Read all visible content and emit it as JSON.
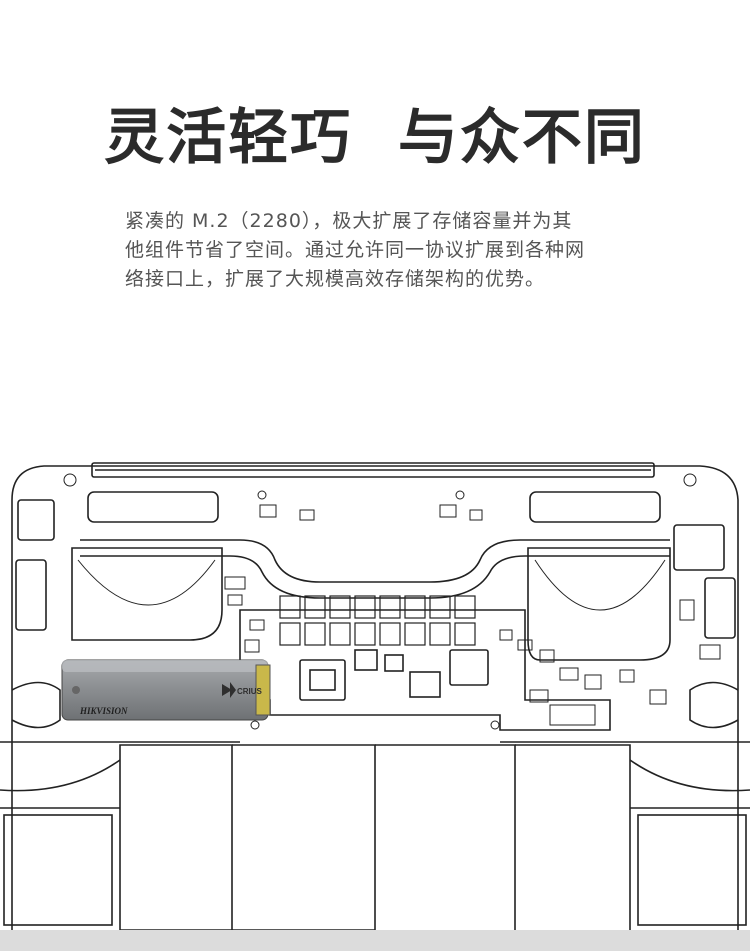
{
  "headline": "灵活轻巧  与众不同",
  "description": {
    "lines": [
      "紧凑的 M.2（2280），极大扩展了存储容量并为其",
      "他组件节省了空间。通过允许同一协议扩展到各种网",
      "络接口上，扩展了大规模高效存储架构的优势。"
    ]
  },
  "product": {
    "brand": "HIKVISION",
    "model": "CRIUS"
  },
  "colors": {
    "headline": "#2b2b2b",
    "body_text": "#555555",
    "ssd_body": "#8a8d90",
    "footer_bar": "#dcdcdc"
  }
}
